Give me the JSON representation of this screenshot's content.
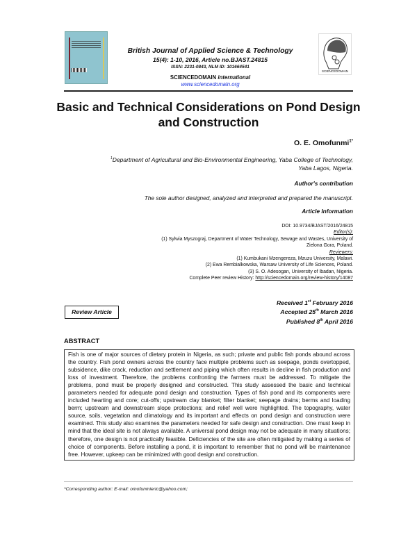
{
  "header": {
    "journal": "British Journal of Applied Science & Technology",
    "citation": "15(4): 1-10, 2016, Article no.BJAST.24815",
    "issn": "ISSN: 2231-0843, NLM ID: 101664541",
    "publisher": "SCIENCEDOMAIN",
    "publisher_suffix": "international",
    "website": "www.sciencedomain.org",
    "logo_text": "SCIENCEDOMAIN"
  },
  "title": [
    "Basic and Technical Considerations on Pond Design",
    "and Construction"
  ],
  "author": {
    "name": "O. E. Omofunmi",
    "sup": "1*"
  },
  "affiliation": {
    "sup": "1",
    "line1": "Department of Agricultural and Bio-Environmental Engineering, Yaba College of Technology,",
    "line2": "Yaba Lagos, Nigeria."
  },
  "contribution": {
    "heading": "Author's contribution",
    "text": "The sole author designed, analyzed and interpreted and prepared the manuscript."
  },
  "article_info": {
    "heading": "Article Information",
    "doi": "DOI: 10.9734/BJAST/2016/24815",
    "editors_label": "Editor(s):",
    "editor1a": "(1) Sylwia Myszograj, Department of Water Technology, Sewage and Wastes, University of",
    "editor1b": "Zielona Gora, Poland.",
    "reviewers_label": "Reviewers:",
    "reviewers": [
      "(1) Kumbukani Mzengereza, Mzuzu University, Malawi.",
      "(2) Ewa Rembialkowska, Warsaw University of Life Sciences, Poland.",
      "(3) S. O. Adesogan, University of Ibadan, Nigeria."
    ],
    "history_label": "Complete Peer review History:",
    "history_link": "http://sciencedomain.org/review-history/14087"
  },
  "article_type": "Review Article",
  "dates": {
    "received": "Received 1",
    "received_sup": "st",
    "received_rest": " February 2016",
    "accepted": "Accepted 25",
    "accepted_sup": "th",
    "accepted_rest": " March 2016",
    "published": "Published 8",
    "published_sup": "th",
    "published_rest": " April 2016"
  },
  "abstract": {
    "heading": "ABSTRACT",
    "text": "Fish is one of major sources of dietary protein in Nigeria, as such; private and public fish ponds abound across the country. Fish pond owners across the country face multiple problems such as seepage, ponds overtopped, subsidence, dike crack, reduction and settlement and piping which often results in decline in fish production and loss of investment. Therefore, the problems confronting the farmers must be addressed. To mitigate the problems, pond must be properly designed and constructed. This study assessed the basic and technical parameters needed for adequate pond design and construction. Types of fish pond and its components were included hearting and core; cut-offs; upstream clay blanket; filter blanket; seepage drains; berms and loading berm; upstream and downstream slope protections; and relief well were highlighted. The topography, water source, soils, vegetation and climatology and its important and effects on pond design and construction were examined. This study also examines the parameters needed for safe design and construction. One must keep in mind that the ideal site is not always available. A universal pond design may not be adequate in many situations; therefore, one design is not practically feasible. Deficiencies of the site are often mitigated by making a series of choice of components. Before installing a pond, it is important to remember that no pond will be maintenance free. However, upkeep can be minimized with good design and construction."
  },
  "footnote": "*Corresponding author: E-mail: omofunmieric@yahoo.com;"
}
